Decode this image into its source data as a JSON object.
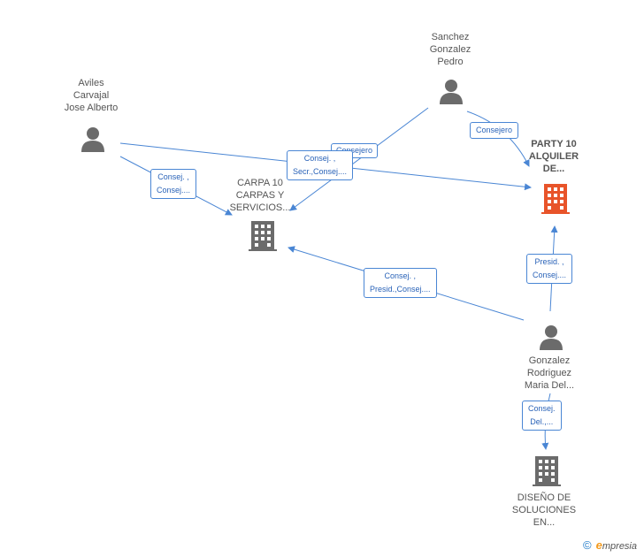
{
  "nodes": {
    "aviles": {
      "label": [
        "Aviles",
        "Carvajal",
        "Jose Alberto"
      ]
    },
    "sanchez": {
      "label": [
        "Sanchez",
        "Gonzalez",
        "Pedro"
      ]
    },
    "gonzalez": {
      "label": [
        "Gonzalez",
        "Rodriguez",
        "Maria Del..."
      ]
    },
    "party10": {
      "label": [
        "PARTY 10",
        "ALQUILER",
        "DE..."
      ]
    },
    "carpa10": {
      "label": [
        "CARPA 10",
        "CARPAS Y",
        "SERVICIOS..."
      ]
    },
    "diseno": {
      "label": [
        "DISEÑO DE",
        "SOLUCIONES",
        "EN..."
      ]
    }
  },
  "edges": {
    "aviles_carpa": [
      "Consej. ,",
      "Consej...."
    ],
    "multi_carpa": [
      "Consej. ,",
      "Secr.,Consej...."
    ],
    "sanchez_party_a": [
      "Consejero"
    ],
    "sanchez_party_b": [
      "Consejero"
    ],
    "gonzalez_carpa": [
      "Consej. ,",
      "Presid.,Consej...."
    ],
    "gonzalez_party": [
      "Presid. ,",
      "Consej...."
    ],
    "gonzalez_diseno": [
      "Consej.",
      "Del.,..."
    ]
  },
  "footer": {
    "copyright_symbol": "©",
    "brand_initial": "e",
    "brand_rest": "mpresia"
  },
  "colors": {
    "edge": "#4a86d4",
    "person": "#6b6b6b",
    "company": "#6b6b6b",
    "main_company": "#e8542a"
  }
}
